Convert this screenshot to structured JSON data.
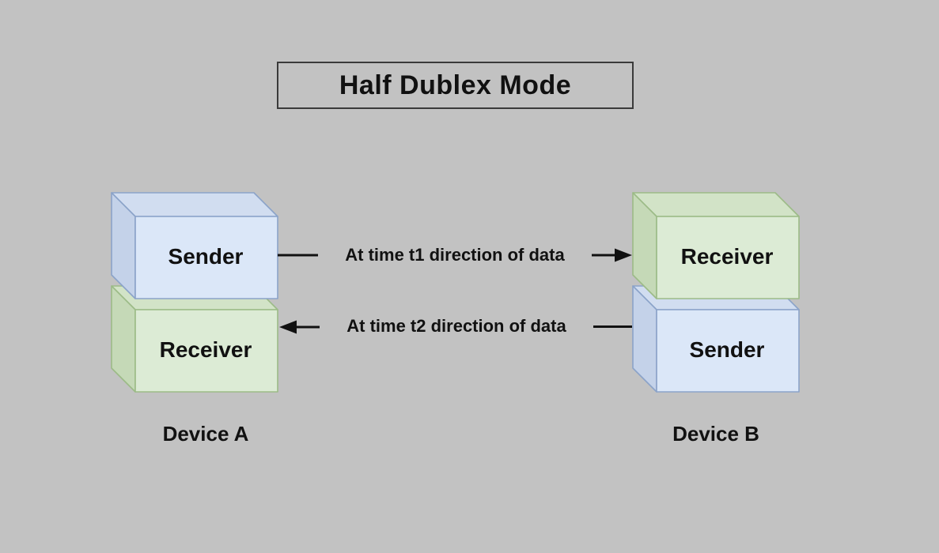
{
  "diagram": {
    "title": "Half Dublex Mode",
    "device_a": {
      "label": "Device A",
      "top_box": {
        "label": "Sender",
        "color": "blue"
      },
      "bottom_box": {
        "label": "Receiver",
        "color": "green"
      }
    },
    "device_b": {
      "label": "Device B",
      "top_box": {
        "label": "Receiver",
        "color": "green"
      },
      "bottom_box": {
        "label": "Sender",
        "color": "blue"
      }
    },
    "arrows": [
      {
        "label": "At time t1 direction of data",
        "direction": "right"
      },
      {
        "label": "At time t2 direction of data",
        "direction": "left"
      }
    ],
    "colors": {
      "background": "#c2c2c2",
      "blue_fill": "#dbe7f8",
      "blue_border": "#8ba3c9",
      "green_fill": "#dcebd5",
      "green_border": "#9cbb87",
      "line": "#111111",
      "text": "#111111"
    }
  }
}
